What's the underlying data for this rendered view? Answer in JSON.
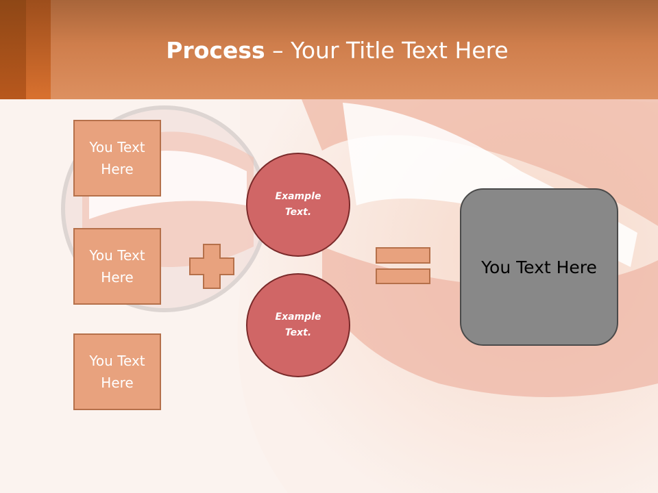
{
  "slide": {
    "title_bold": "Process",
    "title_rest": " – Your Title Text Here"
  },
  "inputs": [
    {
      "label": "You Text Here"
    },
    {
      "label": "You Text Here"
    },
    {
      "label": "You Text Here"
    }
  ],
  "circles": [
    {
      "label": "Example Text."
    },
    {
      "label": "Example Text."
    }
  ],
  "result": {
    "label": "You Text Here"
  },
  "colors": {
    "header": "#cf7e4c",
    "box_fill": "#e8a27e",
    "circle_fill": "#d06666",
    "result_fill": "#888888"
  },
  "icons": {
    "plus": "plus-icon",
    "equals": "equals-icon"
  }
}
